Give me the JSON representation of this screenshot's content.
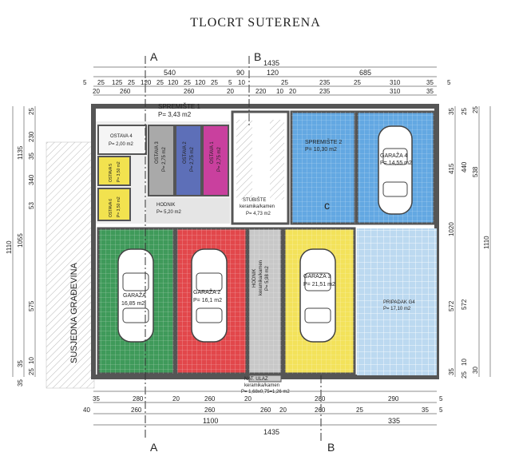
{
  "title": "TLOCRT SUTERENA",
  "section_marks": {
    "a": "A",
    "b": "B"
  },
  "rooms": {
    "spremiste1": {
      "name": "SPREMIŠTE 1",
      "area": "P= 3,43 m2"
    },
    "ostava4": {
      "name": "OSTAVA 4",
      "area": "P= 2,00 m2"
    },
    "ostava3": {
      "name": "OSTAVA 3",
      "area": "P= 2,75 m2"
    },
    "ostava2": {
      "name": "OSTAVA 2",
      "area": "P= 2,75 m2"
    },
    "ostava1": {
      "name": "OSTAVA 1",
      "area": "P= 2,75 m2"
    },
    "ostava5": {
      "name": "OSTAVA 5",
      "area": "P= 3,50 m2"
    },
    "ostava6": {
      "name": "OSTAVA 6",
      "area": "P= 3,50 m2"
    },
    "hodnik1": {
      "name": "HODNIK",
      "area": "P= 5,20 m2"
    },
    "stubiste": {
      "name": "STUBIŠTE",
      "finish": "keramika/kamen",
      "area": "P= 4,73 m2"
    },
    "spremiste2": {
      "name": "SPREMIŠTE 2",
      "area": "P= 10,30 m2"
    },
    "garaza4": {
      "name": "GARAŽA 4",
      "area": "P= 14,55 m2"
    },
    "garaza1": {
      "name": "GARAŽA",
      "area": "16,85 m2"
    },
    "garaza2": {
      "name": "GARAŽA 2",
      "area": "P= 16,1 m2"
    },
    "hodnik2": {
      "name": "HODNIK",
      "finish": "keramika/kamen",
      "area": "P= 5,98 m2"
    },
    "garaza3": {
      "name": "GARAŽA 3",
      "area": "P= 21,51 m2"
    },
    "pripadak": {
      "name": "PRIPADAK G4",
      "area": "P= 17,10 m2"
    },
    "ulaz": {
      "name": "NAT. ULAZ",
      "finish": "keramika/kamen",
      "area": "P= 1,68x0,75=1,26 m2"
    }
  },
  "neighbor_label": "SUSJEDNA GRAĐEVINA",
  "marker_c": "c",
  "dimensions": {
    "top_overall": "1435",
    "top_row1": [
      "540",
      "90",
      "120",
      "685"
    ],
    "top_row2": [
      "5",
      "25",
      "125",
      "25",
      "120",
      "25",
      "120",
      "25",
      "120",
      "25",
      "5",
      "10",
      "25",
      "235",
      "25",
      "310",
      "35",
      "5"
    ],
    "top_row3": [
      "20",
      "260",
      "260",
      "20",
      "220",
      "10",
      "20",
      "235",
      "310",
      "35"
    ],
    "bottom_row1": [
      "35",
      "280",
      "20",
      "260",
      "20",
      "280",
      "290",
      "5"
    ],
    "bottom_row2": [
      "40",
      "260",
      "260",
      "260",
      "20",
      "260",
      "25",
      "35",
      "5"
    ],
    "bottom_sub": [
      "1100",
      "335"
    ],
    "bottom_overall": "1435",
    "left_outer": [
      "1110"
    ],
    "left_mid": [
      "1135",
      "1055"
    ],
    "left_inner": [
      "25",
      "230",
      "35",
      "340",
      "53",
      "575",
      "10",
      "25"
    ],
    "left_inner2": [
      "35",
      "35"
    ],
    "right_inner": [
      "35",
      "415",
      "1020",
      "572",
      "35"
    ],
    "right_mid": [
      "538",
      "1110"
    ],
    "right_outer": [
      "25",
      "440",
      "572",
      "10",
      "25"
    ],
    "right_small": [
      "25",
      "30"
    ]
  },
  "colors": {
    "ostava3": "#a9a9a9",
    "ostava2": "#5d6fb8",
    "ostava1": "#c9409e",
    "ostava_yellow": "#f2e24f",
    "garaza1": "#3f9a5a",
    "garaza2": "#e2474b",
    "garaza3": "#f3e25a",
    "blue_rooms": "#63a8e2",
    "pripadak": "#bcd9f0",
    "hodnik": "#c8c8c8",
    "walls": "#555555"
  }
}
